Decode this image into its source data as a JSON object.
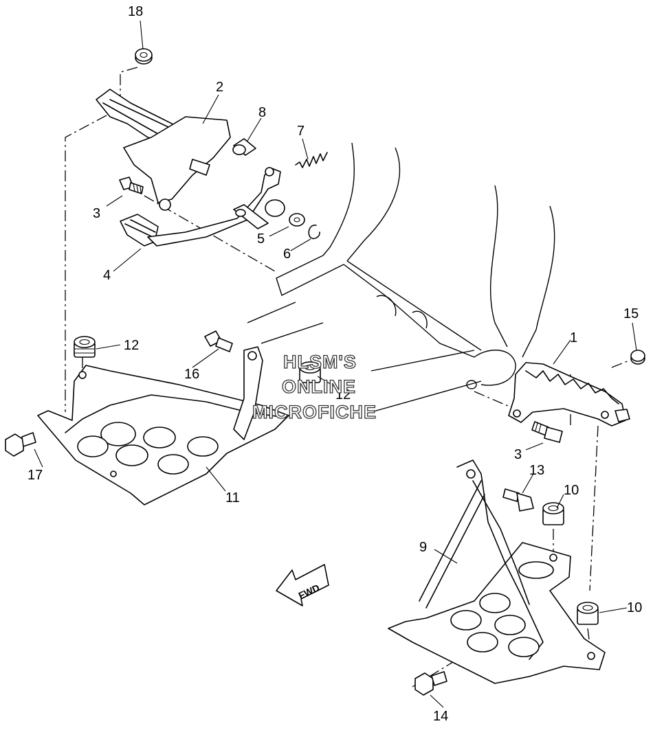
{
  "watermark": {
    "line1": "HLSM'S",
    "line2": "ONLINE",
    "line3": "MICROFICHE"
  },
  "direction_arrow": {
    "label": "FWD",
    "icon": "forward-arrow-icon"
  },
  "callouts": {
    "c1": "1",
    "c2": "2",
    "c3a": "3",
    "c3b": "3",
    "c4": "4",
    "c5": "5",
    "c6": "6",
    "c7": "7",
    "c8": "8",
    "c9": "9",
    "c10a": "10",
    "c10b": "10",
    "c11": "11",
    "c12a": "12",
    "c12b": "12",
    "c13": "13",
    "c14": "14",
    "c15": "15",
    "c16": "16",
    "c17": "17",
    "c18": "18"
  }
}
